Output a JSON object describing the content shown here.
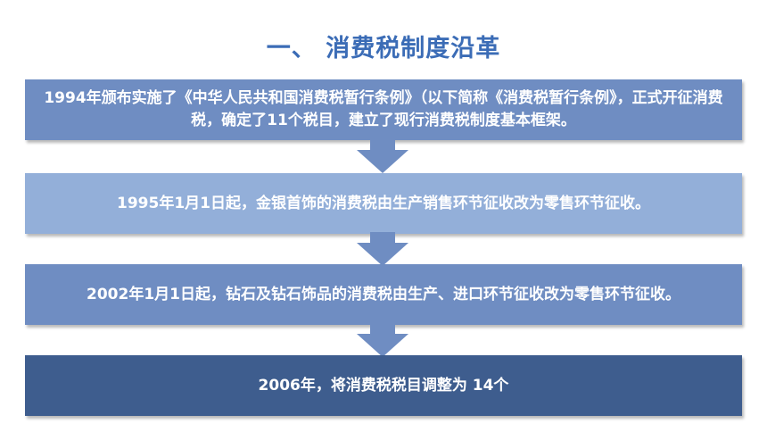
{
  "title": "一、 消费税制度沿革",
  "colors": {
    "title": "#3b6cb6",
    "box1": "#6f8dc2",
    "box2": "#93afd9",
    "box3": "#6f8dc2",
    "box4": "#3e5d8e",
    "arrow": "#6f8dc2"
  },
  "steps": [
    {
      "text": "1994年颁布实施了《中华人民共和国消费税暂行条例》（以下简称《消费税暂行条例》，正式开征消费税，确定了11个税目，建立了现行消费税制度基本框架。"
    },
    {
      "text": "1995年1月1日起，金银首饰的消费税由生产销售环节征收改为零售环节征收。"
    },
    {
      "text": "2002年1月1日起，钻石及钻石饰品的消费税由生产、进口环节征收改为零售环节征收。"
    },
    {
      "text": "2006年，将消费税税目调整为 14个"
    }
  ]
}
